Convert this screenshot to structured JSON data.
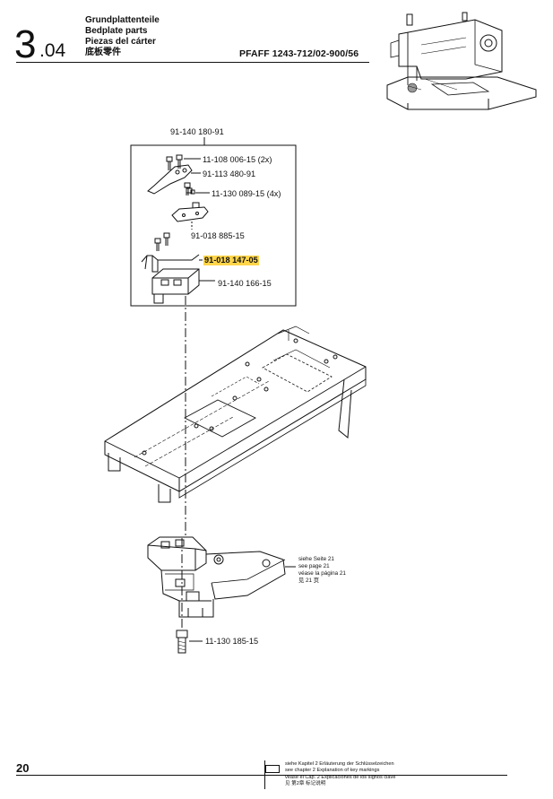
{
  "header": {
    "section_major": "3",
    "section_minor": ".04",
    "titles": [
      "Grundplattenteile",
      "Bedplate parts",
      "Piezas del cárter",
      "底板零件"
    ],
    "model": "PFAFF 1243-712/02-900/56"
  },
  "parts": {
    "assembly": "91-140 180-91",
    "screw_pair": "11-108 006-15 (2x)",
    "cover_plate": "91-113 480-91",
    "screw_four": "11-130 089-15 (4x)",
    "bracket": "91-018 885-15",
    "spring": "91-018 147-05",
    "block": "91-140 166-15",
    "bottom_screw": "11-130 185-15"
  },
  "see_page": [
    "siehe Seite 21",
    "see page 21",
    "véase la página 21",
    "见 21 页"
  ],
  "footer": {
    "page_number": "20",
    "legend": [
      "siehe Kapitel 2 Erläuterung der Schlüsselzeichen",
      "see chapter 2 Explanation of key markings",
      "véase el Cap. 2 Explicaciones de los signos clave",
      "见 第2章 标记说明"
    ]
  },
  "colors": {
    "highlight": "#ffd54a",
    "ink": "#111111"
  }
}
